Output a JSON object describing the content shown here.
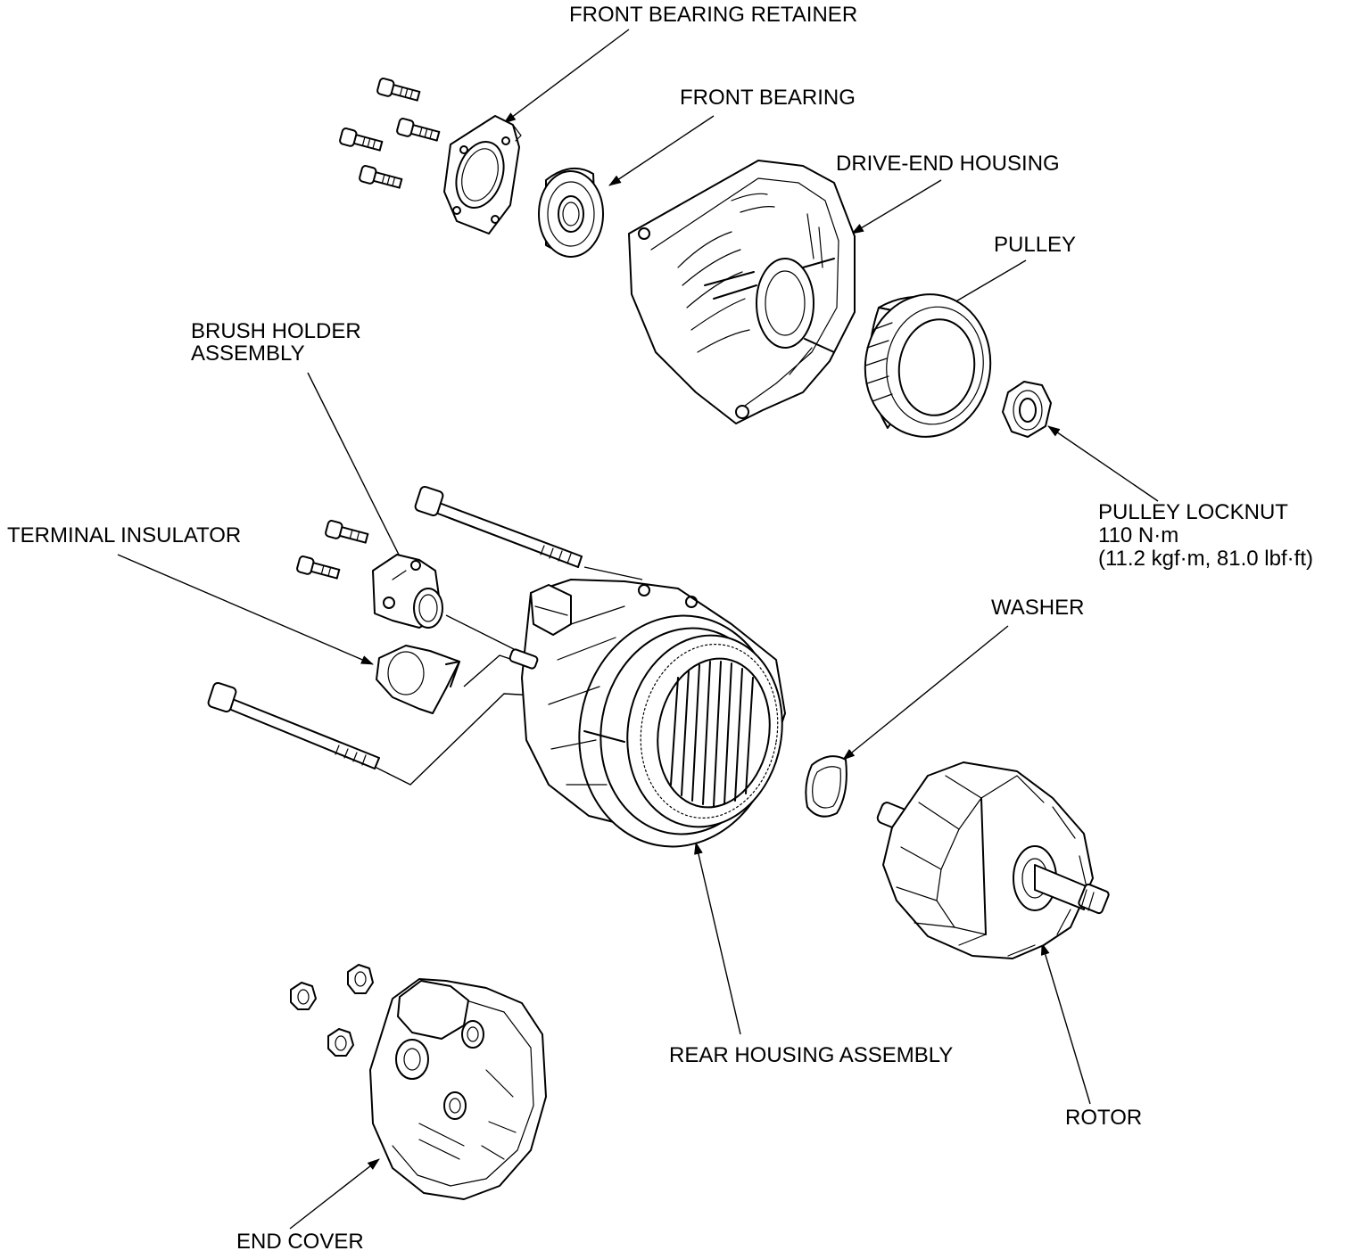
{
  "colors": {
    "line": "#000000",
    "background": "#ffffff"
  },
  "labels": {
    "front_bearing_retainer": "FRONT BEARING RETAINER",
    "front_bearing": "FRONT BEARING",
    "drive_end_housing": "DRIVE-END HOUSING",
    "pulley": "PULLEY",
    "brush_holder_line1": "BRUSH HOLDER",
    "brush_holder_line2": "ASSEMBLY",
    "terminal_insulator": "TERMINAL INSULATOR",
    "pulley_locknut": "PULLEY LOCKNUT",
    "pulley_locknut_torque": "110 N·m",
    "pulley_locknut_torque_alt": "(11.2 kgf·m, 81.0 lbf·ft)",
    "washer": "WASHER",
    "rear_housing_assembly": "REAR HOUSING ASSEMBLY",
    "rotor": "ROTOR",
    "end_cover": "END COVER"
  }
}
